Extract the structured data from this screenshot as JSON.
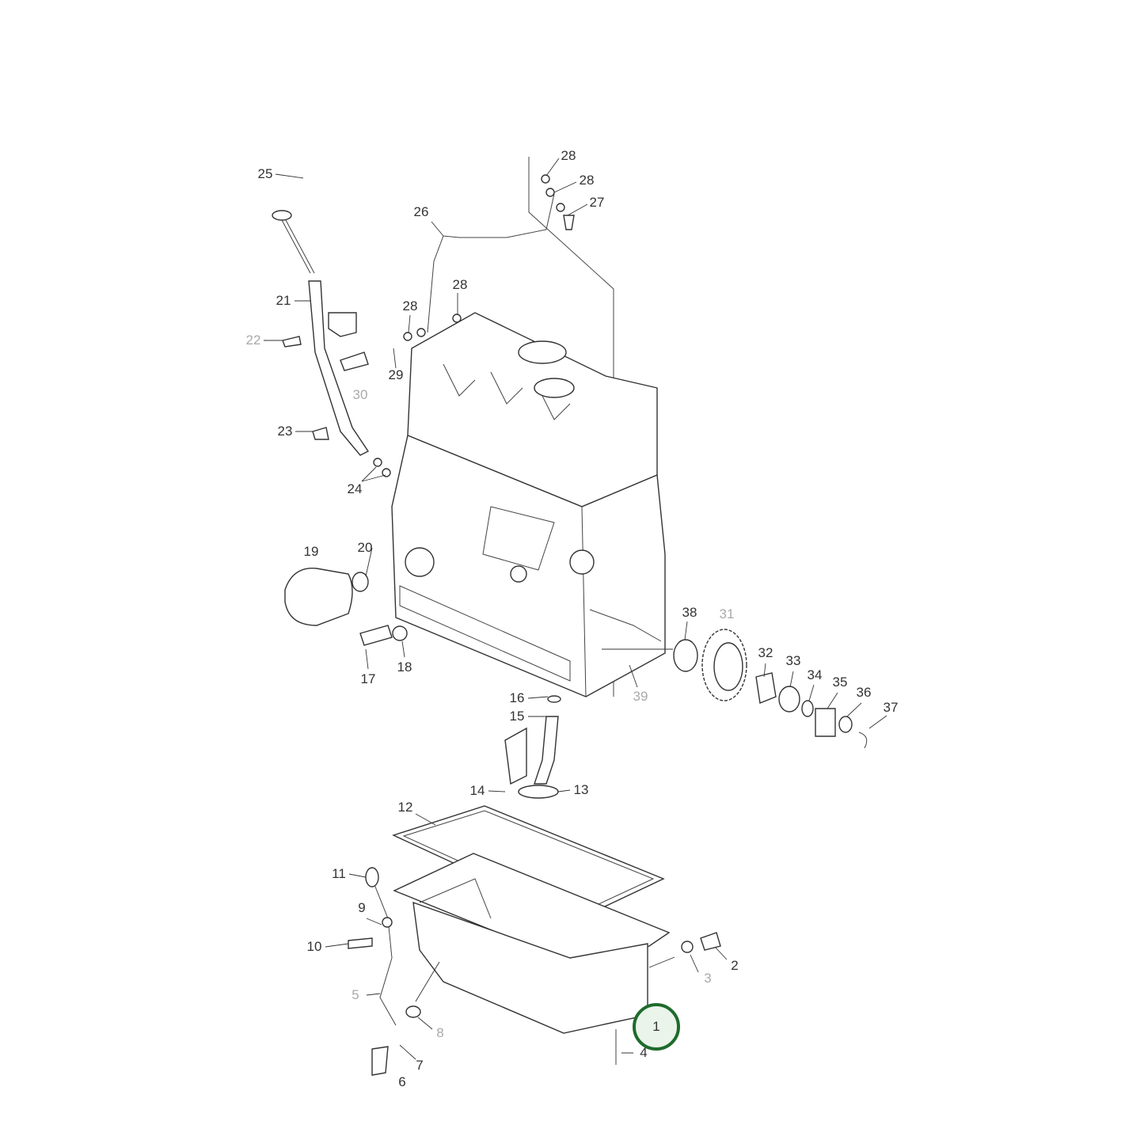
{
  "diagram": {
    "callouts": [
      "25",
      "21",
      "22",
      "23",
      "24",
      "26",
      "28",
      "28",
      "27",
      "28",
      "28",
      "29",
      "30",
      "19",
      "20",
      "17",
      "18",
      "16",
      "15",
      "14",
      "13",
      "12",
      "11",
      "9",
      "10",
      "5",
      "8",
      "7",
      "6",
      "4",
      "1",
      "3",
      "2",
      "38",
      "31",
      "32",
      "33",
      "34",
      "35",
      "36",
      "37",
      "39"
    ],
    "dimmed_callouts": [
      "22",
      "30",
      "31",
      "39",
      "3",
      "5",
      "8"
    ],
    "highlighted_callout": "1",
    "highlight_color": "#1e6b2c"
  }
}
